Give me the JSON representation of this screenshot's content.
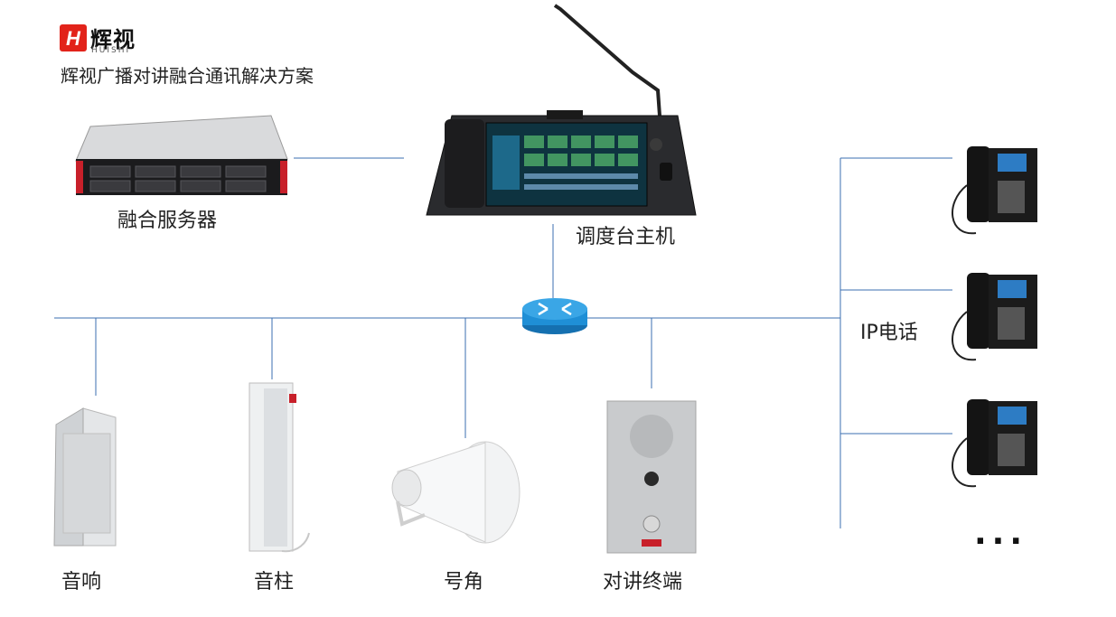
{
  "brand": {
    "name": "辉视",
    "sub": "HUISHI",
    "mark": "H"
  },
  "title": "辉视广播对讲融合通讯解决方案",
  "nodes": {
    "server": "融合服务器",
    "console": "调度台主机",
    "ip_phone": "IP电话",
    "speaker": "音响",
    "column_speaker": "音柱",
    "horn": "号角",
    "intercom": "对讲终端"
  },
  "more": "...",
  "colors": {
    "line": "#3b6fb0",
    "router": "#1f8fd6",
    "brand": "#e2231a"
  }
}
